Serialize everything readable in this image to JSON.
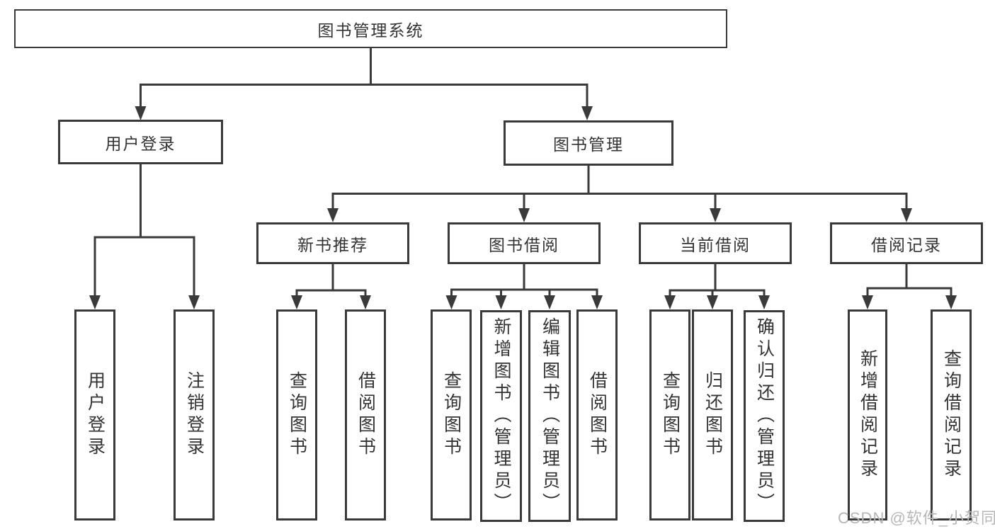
{
  "diagram_type": "hierarchy-tree",
  "colors": {
    "line": "#3a3a3a",
    "box_border": "#3a3a3a",
    "text": "#333333",
    "background": "#ffffff",
    "watermark": "#b6b6b6"
  },
  "nodes": {
    "root": {
      "label": "图书管理系统"
    },
    "user_login": {
      "label": "用户登录"
    },
    "book_management": {
      "label": "图书管理"
    },
    "new_book_recommend": {
      "label": "新书推荐"
    },
    "book_borrowing": {
      "label": "图书借阅"
    },
    "current_borrowing": {
      "label": "当前借阅"
    },
    "borrowing_records": {
      "label": "借阅记录"
    }
  },
  "leaves": {
    "user_login": [
      "用户登录",
      "注销登录"
    ],
    "new_book_recommend": [
      "查询图书",
      "借阅图书"
    ],
    "book_borrowing": [
      "查询图书",
      "新增图书（管理员）",
      "编辑图书（管理员）",
      "借阅图书"
    ],
    "current_borrowing": [
      "查询图书",
      "归还图书",
      "确认归还（管理员）"
    ],
    "borrowing_records": [
      "新增借阅记录",
      "查询借阅记录"
    ]
  },
  "watermark": {
    "text": "CSDN @软件_小贺同学"
  }
}
